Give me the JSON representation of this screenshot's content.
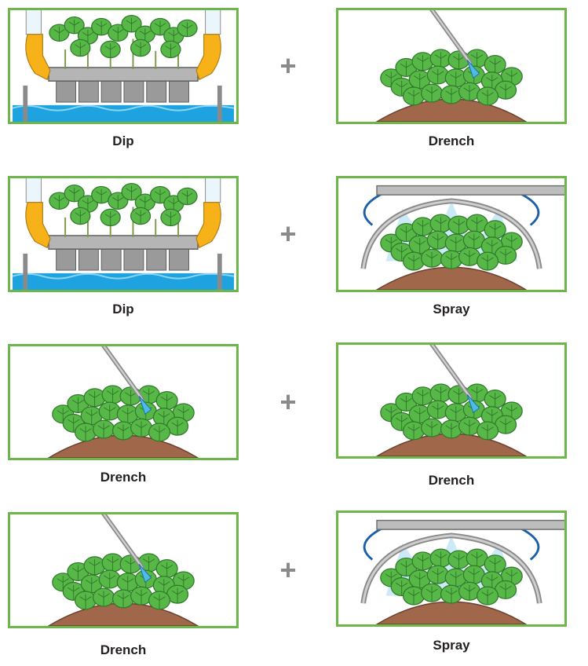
{
  "plus_symbol": "+",
  "rows": [
    {
      "left": {
        "type": "dip",
        "label": "Dip"
      },
      "right": {
        "type": "drench",
        "label": "Drench"
      }
    },
    {
      "left": {
        "type": "dip",
        "label": "Dip"
      },
      "right": {
        "type": "spray",
        "label": "Spray"
      }
    },
    {
      "left": {
        "type": "drench",
        "label": "Drench"
      },
      "right": {
        "type": "drench",
        "label": "Drench"
      }
    },
    {
      "left": {
        "type": "drench",
        "label": "Drench"
      },
      "right": {
        "type": "spray",
        "label": "Spray"
      }
    }
  ],
  "colors": {
    "frame": "#6cb64a",
    "leaf": "#58b847",
    "leaf_dark": "#2f7a2b",
    "soil": "#a0674a",
    "water": "#1fa3e0",
    "glove": "#f7b21a",
    "tray": "#7d7d7d",
    "nozzle": "#4fb9e8",
    "spray_mist": "#bfe3f5",
    "boom": "#999999",
    "hose": "#1c5fa8"
  }
}
